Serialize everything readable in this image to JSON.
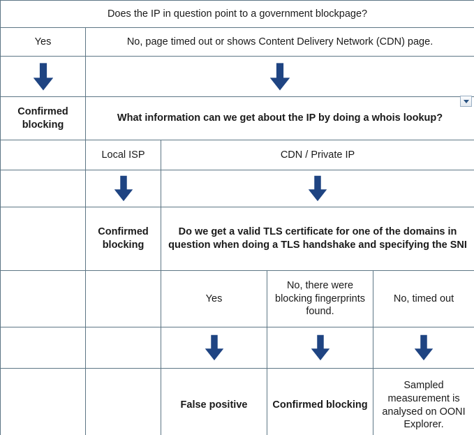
{
  "colors": {
    "header_blue": "#2b5382",
    "grid_line": "#5d7685",
    "arrow_blue": "#1f4482",
    "text": "#1a1a1a",
    "white": "#ffffff"
  },
  "icons": {
    "down_arrow": "down-arrow-icon",
    "filter_dropdown": "filter-dropdown-icon"
  },
  "q1": {
    "question": "Does the IP in question point to a government blockpage?",
    "answer_yes": "Yes",
    "answer_no": "No, page timed out or shows Content Delivery Network (CDN) page.",
    "outcome_yes": "Confirmed blocking"
  },
  "q2": {
    "question": "What information can we get about the IP by doing a whois lookup?",
    "answer_local_isp": "Local ISP",
    "answer_cdn": "CDN / Private IP",
    "outcome_local_isp": "Confirmed blocking"
  },
  "q3": {
    "question": "Do we get a valid TLS certificate for one of the domains in question when doing a TLS handshake and specifying the SNI",
    "answer_yes": "Yes",
    "answer_fingerprints": "No, there were blocking fingerprints found.",
    "answer_timeout": "No, timed out",
    "outcome_yes": "False positive",
    "outcome_fingerprints": "Confirmed blocking",
    "outcome_timeout": "Sampled measurement is analysed on OONI Explorer."
  }
}
